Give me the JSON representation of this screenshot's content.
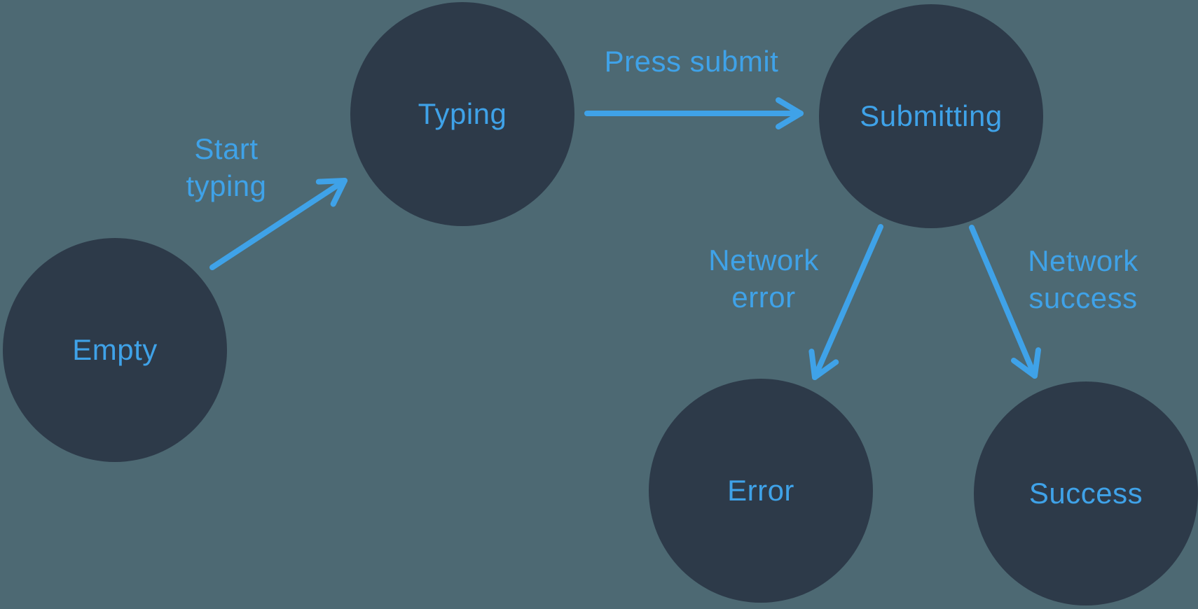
{
  "colors": {
    "background": "#4d6973",
    "node_fill": "#2d3a49",
    "accent": "#3fa2e8"
  },
  "diagram": {
    "type": "state-machine",
    "nodes": [
      {
        "id": "empty",
        "label": "Empty"
      },
      {
        "id": "typing",
        "label": "Typing"
      },
      {
        "id": "submitting",
        "label": "Submitting"
      },
      {
        "id": "error",
        "label": "Error"
      },
      {
        "id": "success",
        "label": "Success"
      }
    ],
    "transitions": [
      {
        "id": "start-typing",
        "from": "empty",
        "to": "typing",
        "label_lines": [
          "Start",
          "typing"
        ]
      },
      {
        "id": "press-submit",
        "from": "typing",
        "to": "submitting",
        "label_lines": [
          "Press submit"
        ]
      },
      {
        "id": "network-error",
        "from": "submitting",
        "to": "error",
        "label_lines": [
          "Network",
          "error"
        ]
      },
      {
        "id": "network-success",
        "from": "submitting",
        "to": "success",
        "label_lines": [
          "Network",
          "success"
        ]
      }
    ]
  }
}
